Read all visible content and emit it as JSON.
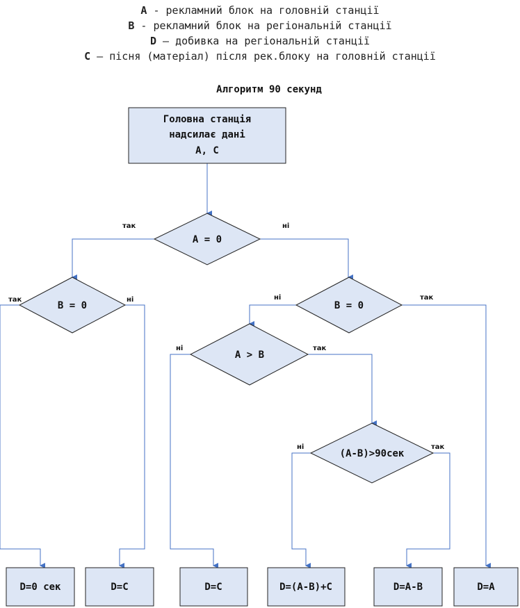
{
  "legend": [
    {
      "key": "A",
      "text": " - рекламний блок на головній станції"
    },
    {
      "key": "B",
      "text": " - рекламний блок на регіональній станції"
    },
    {
      "key": "D",
      "text": " – добивка на регіональній станції"
    },
    {
      "key": "C",
      "text": " – пісня (матеріал) після рек.блоку на головній станції"
    }
  ],
  "title": "Алгоритм 90 секунд",
  "start": {
    "lines": [
      "Головна станція",
      "надсилає дані",
      "А, С"
    ]
  },
  "decisions": {
    "a_zero": "А = 0",
    "b_zero_left": "В = 0",
    "b_zero_right": "В = 0",
    "a_gt_b": "А > В",
    "diff_gt_90": "(А-В)>90сек"
  },
  "branch_labels": {
    "yes": "так",
    "no": "ні"
  },
  "results": {
    "d_zero": "D=0 сек",
    "d_c_left": "D=C",
    "d_c_mid": "D=C",
    "d_ab_c": "D=(A-B)+C",
    "d_a_minus_b": "D=A-B",
    "d_a": "D=A"
  }
}
